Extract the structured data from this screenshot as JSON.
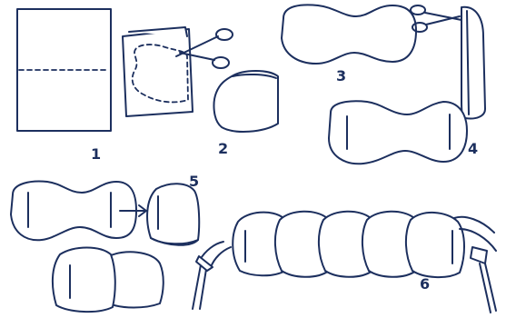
{
  "colors": {
    "ink": "#1c2f5e",
    "background": "#ffffff"
  },
  "steps": [
    {
      "number": "1"
    },
    {
      "number": "2"
    },
    {
      "number": "3"
    },
    {
      "number": "4"
    },
    {
      "number": "5"
    },
    {
      "number": "6"
    }
  ]
}
